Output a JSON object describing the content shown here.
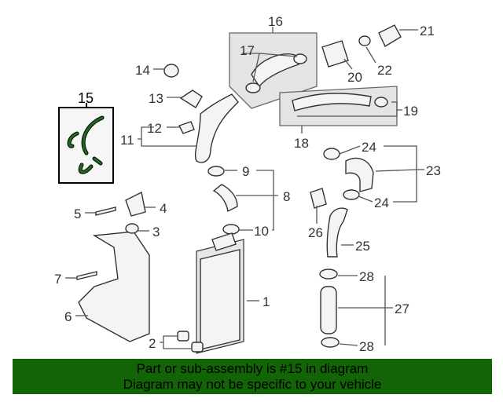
{
  "callouts": [
    "16",
    "17",
    "21",
    "22",
    "20",
    "14",
    "13",
    "15",
    "12",
    "11",
    "19",
    "18",
    "24",
    "24",
    "23",
    "9",
    "8",
    "10",
    "5",
    "4",
    "3",
    "26",
    "25",
    "7",
    "28",
    "28",
    "27",
    "1",
    "6",
    "2"
  ],
  "highlight_part": "15",
  "colors": {
    "banner": "#136307",
    "highlight": "#1e6b1e"
  },
  "banner": {
    "line1": "Part or sub-assembly is #15 in diagram",
    "line2": "Diagram may not be specific to your vehicle"
  }
}
